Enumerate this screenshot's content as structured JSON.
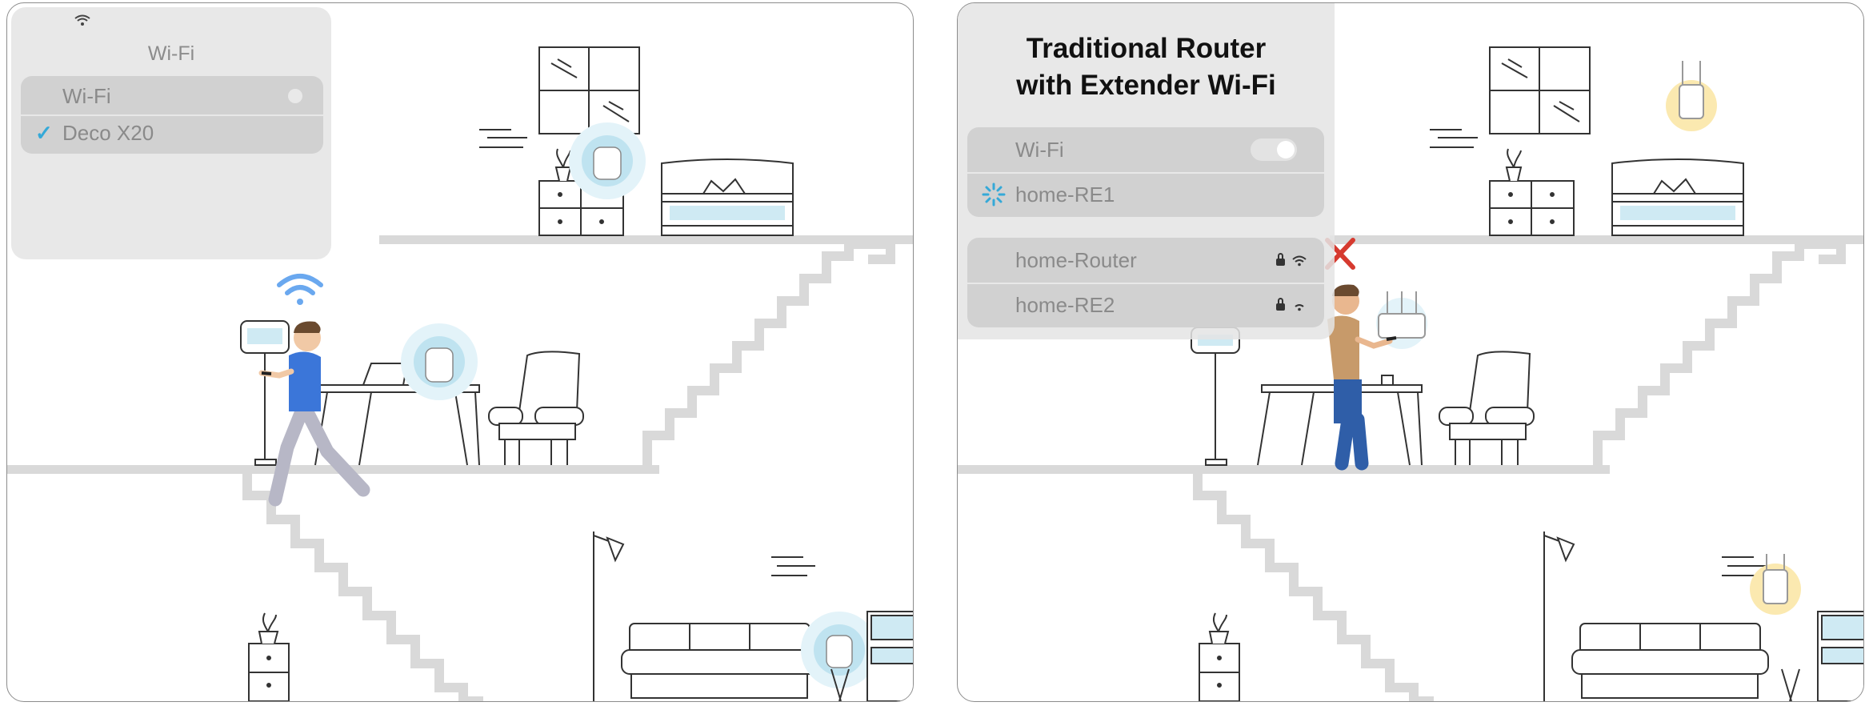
{
  "left_panel": {
    "menu_title": "Wi-Fi",
    "rows": [
      {
        "label": "Wi-Fi",
        "control": "toggle"
      },
      {
        "label": "Deco X20",
        "selected": true
      }
    ]
  },
  "right_panel": {
    "title_line1": "Traditional Router",
    "title_line2": "with Extender Wi-Fi",
    "rows": [
      {
        "label": "Wi-Fi",
        "control": "toggle"
      },
      {
        "label": "home-RE1",
        "status": "connecting"
      }
    ],
    "networks": [
      {
        "label": "home-Router",
        "locked": true,
        "signal_bars": 3
      },
      {
        "label": "home-RE2",
        "locked": true,
        "signal_bars": 1
      }
    ]
  },
  "colors": {
    "deco_glow": "#bfe3f0",
    "extender_glow": "#fbe9b0",
    "check": "#35a9d8",
    "error_x": "#d63a2f",
    "person_shirt_left": "#3b76d9",
    "person_shirt_right": "#c79a6a",
    "floor": "#d9d9d9"
  },
  "icons": {
    "status_bar": "wifi-icon",
    "selected": "checkmark-icon",
    "connecting": "spinner-icon",
    "secured": "lock-icon",
    "signal": "wifi-signal-icon",
    "failure": "red-x-icon"
  }
}
